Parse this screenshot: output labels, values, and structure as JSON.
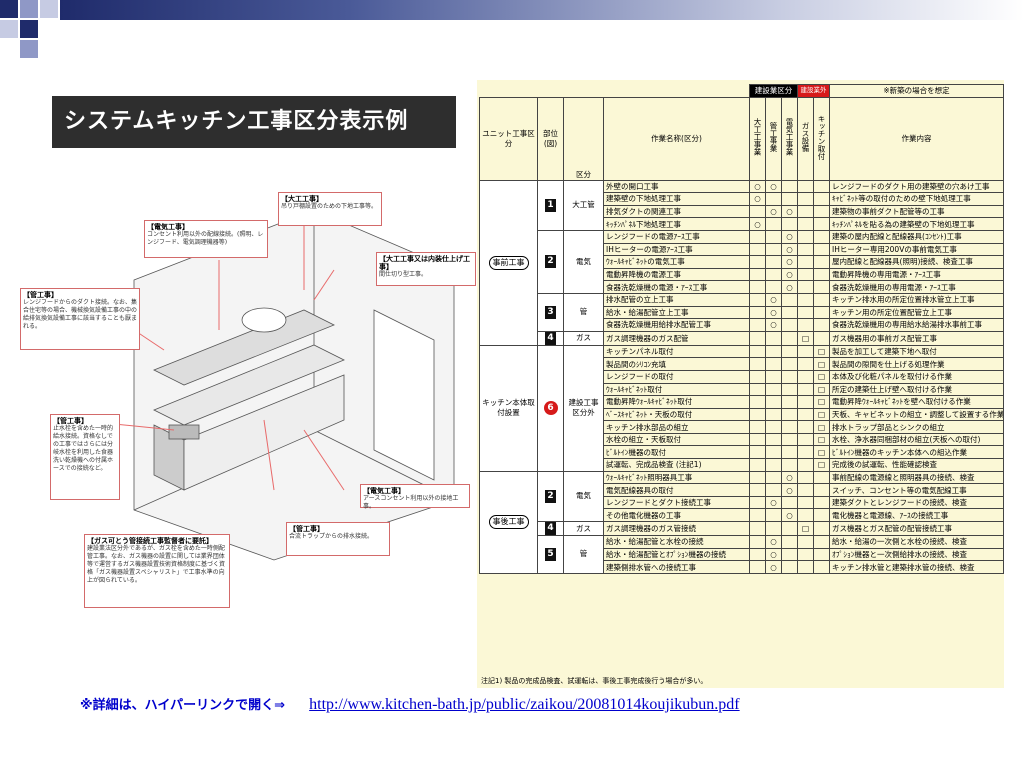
{
  "title": "システムキッチン工事区分表示例",
  "illustration": {
    "callouts": [
      {
        "heading": "【大工工事】",
        "text": "吊り戸棚設置のための下地工事等。"
      },
      {
        "heading": "【電気工事】",
        "text": "コンセント利用以外の配線接続。(照明、レンジフード、電気調理機器等)"
      },
      {
        "heading": "【大工工事又は内装仕上げ工事】",
        "text": "間仕切り型工事。"
      },
      {
        "heading": "【管工事】",
        "text": "レンジフードからのダクト接続。なお、集合住宅等の場合、機械換気設備工事の中の給排気換気設備工事に該当することも厭まれる。"
      },
      {
        "heading": "【管工事】",
        "text": "止水栓を含めた一時的給水接続。資格なしでの工事ではさらには分岐水栓を利用した食器洗い乾燥機への付属ホースでの接続など。"
      },
      {
        "heading": "【電気工事】",
        "text": "アースコンセント利用以外の接地工事。"
      },
      {
        "heading": "【ガス可とう管接続工事監督者に要託】",
        "text": "建設業法区分外であるが、ガス栓を含めた一時側配管工事。なお、ガス機器の設置に関しては業界団体等で運営するガス機器設置技術資格制度に基づく資格「ガス機器設置スペシャリスト」で工事水準の向上が図られている。"
      },
      {
        "heading": "【管工事】",
        "text": "合流トラップからの排水接続。"
      }
    ]
  },
  "table": {
    "head_top": {
      "kensetsu": "建設業区分",
      "gai": "建設業外",
      "note": "※新築の場合を想定"
    },
    "headers": {
      "unit": "ユニット工事区分",
      "bui": "部位(図)",
      "kubun": "区分",
      "sagyo": "作業名称(区分)",
      "daiku": "大工工事業",
      "kan": "管工事業",
      "denki": "電気工事業",
      "gas": "ガス設備",
      "kitchen": "キッチン取付",
      "naiyo": "作業内容"
    },
    "rows": [
      {
        "name": "外壁の開口工事",
        "m": [
          "○",
          "○",
          "",
          "",
          ""
        ],
        "desc": "レンジフードのダクト用の建築壁の穴あけ工事"
      },
      {
        "name": "建築壁の下地処理工事",
        "m": [
          "○",
          "",
          "",
          "",
          ""
        ],
        "desc": "ｷｬﾋﾞﾈｯﾄ等の取付のための壁下地処理工事"
      },
      {
        "name": "排気ダクトの関連工事",
        "m": [
          "",
          "○",
          "○",
          "",
          ""
        ],
        "desc": "建築物の事前ダクト配管等の工事"
      },
      {
        "name": "ｷｯﾁﾝﾊﾟﾈﾙ下地処理工事",
        "m": [
          "○",
          "",
          "",
          "",
          ""
        ],
        "desc": "ｷｯﾁﾝﾊﾟﾈﾙを貼る為の建築壁の下地処理工事"
      },
      {
        "name": "レンジフードの電源ｱｰｽ工事",
        "m": [
          "",
          "",
          "○",
          "",
          ""
        ],
        "desc": "建築の屋内配線と配線器具(ｺﾝｾﾝﾄ)工事"
      },
      {
        "name": "IHヒーターの電源ｱｰｽ工事",
        "m": [
          "",
          "",
          "○",
          "",
          ""
        ],
        "desc": "IHヒーター専用200Vの事前電気工事"
      },
      {
        "name": "ｳｫｰﾙｷｬﾋﾞﾈｯﾄの電気工事",
        "m": [
          "",
          "",
          "○",
          "",
          ""
        ],
        "desc": "屋内配線と配線器具(照明)接続、検査工事"
      },
      {
        "name": "電動昇降機の電源工事",
        "m": [
          "",
          "",
          "○",
          "",
          ""
        ],
        "desc": "電動昇降機の専用電源・ｱｰｽ工事"
      },
      {
        "name": "食器洗乾燥機の電源・ｱｰｽ工事",
        "m": [
          "",
          "",
          "○",
          "",
          ""
        ],
        "desc": "食器洗乾燥機用の専用電源・ｱｰｽ工事"
      },
      {
        "name": "排水配管の立上工事",
        "m": [
          "",
          "○",
          "",
          "",
          ""
        ],
        "desc": "キッチン排水用の所定位置排水管立上工事"
      },
      {
        "name": "給水・給湯配管立上工事",
        "m": [
          "",
          "○",
          "",
          "",
          ""
        ],
        "desc": "キッチン用の所定位置配管立上工事"
      },
      {
        "name": "食器洗乾燥機用給排水配管工事",
        "m": [
          "",
          "○",
          "",
          "",
          ""
        ],
        "desc": "食器洗乾燥機用の専用給水給湯排水事前工事"
      },
      {
        "name": "ガス調理機器のガス配管",
        "m": [
          "",
          "",
          "",
          "□",
          ""
        ],
        "desc": "ガス機器用の事前ガス配管工事"
      },
      {
        "name": "キッチンパネル取付",
        "m": [
          "",
          "",
          "",
          "",
          "□"
        ],
        "desc": "製品を加工して建築下地へ取付"
      },
      {
        "name": "製品間のｼﾘｺﾝ充填",
        "m": [
          "",
          "",
          "",
          "",
          "□"
        ],
        "desc": "製品間の隙間を仕上げる処理作業"
      },
      {
        "name": "レンジフードの取付",
        "m": [
          "",
          "",
          "",
          "",
          "□"
        ],
        "desc": "本体及び化粧パネルを取付ける作業"
      },
      {
        "name": "ｳｫｰﾙｷｬﾋﾞﾈｯﾄ取付",
        "m": [
          "",
          "",
          "",
          "",
          "□"
        ],
        "desc": "所定の建築仕上げ壁へ取付ける作業"
      },
      {
        "name": "電動昇降ｳｫｰﾙｷｬﾋﾞﾈｯﾄ取付",
        "m": [
          "",
          "",
          "",
          "",
          "□"
        ],
        "desc": "電動昇降ｳｫｰﾙｷｬﾋﾞﾈｯﾄを壁へ取付ける作業"
      },
      {
        "name": "ﾍﾞｰｽｷｬﾋﾞﾈｯﾄ・天板の取付",
        "m": [
          "",
          "",
          "",
          "",
          "□"
        ],
        "desc": "天板、キャビネットの組立・調整して設置する作業"
      },
      {
        "name": "キッチン排水部品の組立",
        "m": [
          "",
          "",
          "",
          "",
          "□"
        ],
        "desc": "排水トラップ部品とシンクの組立"
      },
      {
        "name": "水栓の組立・天板取付",
        "m": [
          "",
          "",
          "",
          "",
          "□"
        ],
        "desc": "水栓、浄水器同梱部材の組立(天板への取付)"
      },
      {
        "name": "ﾋﾞﾙﾄｲﾝ機器の取付",
        "m": [
          "",
          "",
          "",
          "",
          "□"
        ],
        "desc": "ﾋﾞﾙﾄｲﾝ機器のキッチン本体への組込作業"
      },
      {
        "name": "試運転、完成品検査 (注記1)",
        "m": [
          "",
          "",
          "",
          "",
          "□"
        ],
        "desc": "完成後の試運転、性能確認検査"
      },
      {
        "name": "ｳｫｰﾙｷｬﾋﾞﾈｯﾄ照明器具工事",
        "m": [
          "",
          "",
          "○",
          "",
          ""
        ],
        "desc": "事前配線の電源線と照明器具の接続、検査"
      },
      {
        "name": "電気配線器具の取付",
        "m": [
          "",
          "",
          "○",
          "",
          ""
        ],
        "desc": "スイッチ、コンセント等の電気配線工事"
      },
      {
        "name": "レンジフードとダクト接続工事",
        "m": [
          "",
          "○",
          "",
          "",
          ""
        ],
        "desc": "建築ダクトとレンジフードの接続、検査"
      },
      {
        "name": "その他電化機器の工事",
        "m": [
          "",
          "",
          "○",
          "",
          ""
        ],
        "desc": "電化機器と電源線、ｱｰｽの接続工事"
      },
      {
        "name": "ガス調理機器のガス管接続",
        "m": [
          "",
          "",
          "",
          "□",
          ""
        ],
        "desc": "ガス機器とガス配管の配管接続工事"
      },
      {
        "name": "給水・給湯配管と水栓の接続",
        "m": [
          "",
          "○",
          "",
          "",
          ""
        ],
        "desc": "給水・給湯の一次側と水栓の接続、検査"
      },
      {
        "name": "給水・給湯配管とｵﾌﾟｼｮﾝ機器の接続",
        "m": [
          "",
          "○",
          "",
          "",
          ""
        ],
        "desc": "ｵﾌﾟｼｮﾝ機器と一次側給排水の接続、検査"
      },
      {
        "name": "建築側排水管への接続工事",
        "m": [
          "",
          "○",
          "",
          "",
          ""
        ],
        "desc": "キッチン排水管と建築排水管の接続、検査"
      }
    ],
    "groups": {
      "jizen": "事前工事",
      "kitchen": "キッチン本体取付設置",
      "jigo": "事後工事",
      "kubun": {
        "daiku": "大工管",
        "denki": "電気",
        "kan": "管",
        "gas": "ガス",
        "gai": "建設工事区分外"
      },
      "nums": [
        "1",
        "2",
        "3",
        "4",
        "6",
        "2",
        "4",
        "5"
      ]
    },
    "footnote": "注記1) 製品の完成品検査、試運転は、事後工事完成後行う場合が多い。"
  },
  "link": {
    "label": "※詳細は、ハイパーリンクで開く⇒",
    "url": "http://www.kitchen-bath.jp/public/zaikou/20081014koujikubun.pdf"
  },
  "colors": {
    "band": "#1f2b6b",
    "sheet": "#fbf8d6",
    "accent_red": "#d61a1a",
    "link": "#0000cc"
  }
}
